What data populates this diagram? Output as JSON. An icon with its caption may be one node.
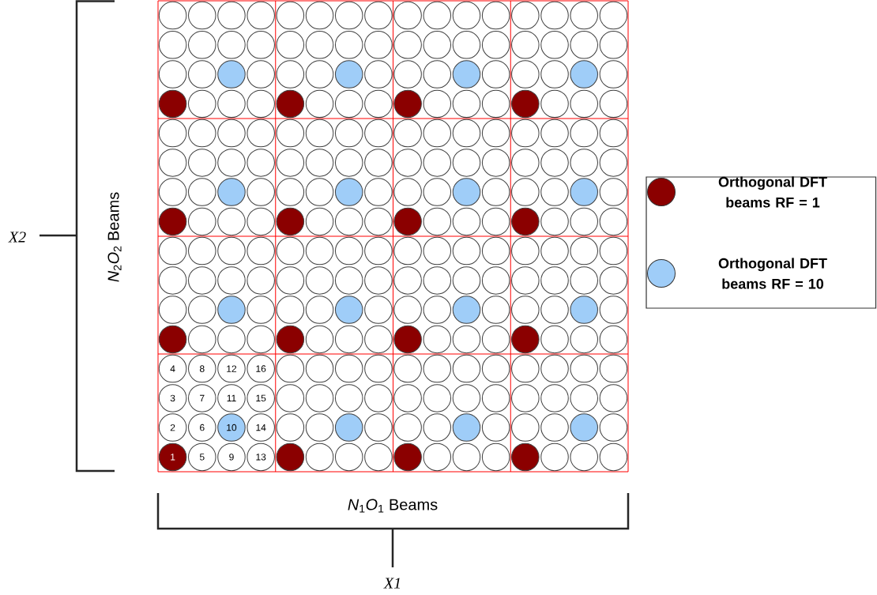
{
  "diagram": {
    "nodes": [
      {
        "text": [],
        "shape": "circle"
      },
      {
        "text": [],
        "shape": "circle"
      },
      {
        "text": [],
        "shape": "circle"
      },
      {
        "text": [],
        "shape": "circle"
      },
      {
        "text": [],
        "shape": "circle"
      },
      {
        "text": [],
        "shape": "circle"
      },
      {
        "text": [],
        "shape": "circle"
      },
      {
        "text": [],
        "shape": "circle"
      },
      {
        "text": [],
        "shape": "circle"
      },
      {
        "text": [],
        "shape": "circle"
      },
      {
        "text": [],
        "shape": "circle"
      },
      {
        "text": [],
        "shape": "circle"
      },
      {
        "text": [],
        "shape": "circle"
      },
      {
        "text": [],
        "shape": "circle"
      },
      {
        "text": [],
        "shape": "circle"
      },
      {
        "text": [],
        "shape": "circle"
      },
      {
        "text": [],
        "shape": "circle"
      },
      {
        "text": [],
        "shape": "circle"
      },
      {
        "text": [],
        "shape": "circle"
      },
      {
        "text": [],
        "shape": "circle"
      },
      {
        "text": [],
        "shape": "circle"
      },
      {
        "text": [],
        "shape": "circle"
      },
      {
        "text": [],
        "shape": "circle"
      },
      {
        "text": [],
        "shape": "circle"
      },
      {
        "text": [],
        "shape": "circle"
      },
      {
        "text": [],
        "shape": "circle"
      },
      {
        "text": [],
        "shape": "circle"
      },
      {
        "text": [],
        "shape": "circle"
      },
      {
        "text": [],
        "shape": "circle"
      },
      {
        "text": [],
        "shape": "circle"
      },
      {
        "text": [],
        "shape": "circle"
      },
      {
        "text": [],
        "shape": "circle"
      },
      {
        "text": [],
        "shape": "circle"
      },
      {
        "text": [],
        "shape": "circle"
      },
      {
        "text": [],
        "shape": "circle"
      },
      {
        "text": [],
        "shape": "circle"
      },
      {
        "text": [],
        "shape": "circle"
      },
      {
        "text": [],
        "shape": "circle"
      },
      {
        "text": [],
        "shape": "circle"
      },
      {
        "text": [],
        "shape": "circle"
      },
      {
        "text": [],
        "shape": "circle"
      },
      {
        "text": [],
        "shape": "circle"
      },
      {
        "text": [],
        "shape": "circle"
      },
      {
        "text": [],
        "shape": "circle"
      },
      {
        "text": [],
        "shape": "circle"
      },
      {
        "text": [],
        "shape": "circle"
      },
      {
        "text": [],
        "shape": "circle"
      },
      {
        "text": [],
        "shape": "circle"
      },
      {
        "text": [],
        "shape": "circle"
      },
      {
        "text": [],
        "shape": "circle"
      },
      {
        "text": [],
        "shape": "circle"
      },
      {
        "text": [],
        "shape": "circle"
      },
      {
        "text": [],
        "shape": "circle"
      },
      {
        "text": [],
        "shape": "circle"
      },
      {
        "text": [],
        "shape": "circle"
      },
      {
        "text": [],
        "shape": "circle"
      },
      {
        "text": [],
        "shape": "circle"
      },
      {
        "text": [],
        "shape": "circle"
      },
      {
        "text": [],
        "shape": "circle"
      },
      {
        "text": [],
        "shape": "circle"
      },
      {
        "text": [],
        "shape": "circle"
      },
      {
        "text": [],
        "shape": "circle"
      },
      {
        "text": [],
        "shape": "circle"
      },
      {
        "text": [],
        "shape": "circle"
      },
      {
        "text": [],
        "shape": "circle"
      },
      {
        "text": [],
        "shape": "circle"
      },
      {
        "text": [],
        "shape": "circle"
      },
      {
        "text": [],
        "shape": "circle"
      },
      {
        "text": [],
        "shape": "circle"
      },
      {
        "text": [],
        "shape": "circle"
      },
      {
        "text": [],
        "shape": "circle"
      },
      {
        "text": [],
        "shape": "circle"
      },
      {
        "text": [],
        "shape": "circle"
      },
      {
        "text": [],
        "shape": "circle"
      },
      {
        "text": [],
        "shape": "circle"
      },
      {
        "text": [],
        "shape": "circle"
      },
      {
        "text": [],
        "shape": "circle"
      },
      {
        "text": [],
        "shape": "circle"
      },
      {
        "text": [],
        "shape": "circle"
      },
      {
        "text": [],
        "shape": "circle"
      },
      {
        "text": [],
        "shape": "circle"
      },
      {
        "text": [],
        "shape": "circle"
      },
      {
        "text": [],
        "shape": "circle"
      },
      {
        "text": [],
        "shape": "circle"
      },
      {
        "text": [],
        "shape": "circle"
      },
      {
        "text": [],
        "shape": "circle"
      },
      {
        "text": [],
        "shape": "circle"
      },
      {
        "text": [],
        "shape": "circle"
      },
      {
        "text": [],
        "shape": "circle"
      },
      {
        "text": [],
        "shape": "circle"
      },
      {
        "text": [],
        "shape": "circle"
      },
      {
        "text": [],
        "shape": "circle"
      },
      {
        "text": [],
        "shape": "circle"
      },
      {
        "text": [],
        "shape": "circle"
      },
      {
        "text": [],
        "shape": "circle"
      },
      {
        "text": [],
        "shape": "circle"
      },
      {
        "text": [],
        "shape": "circle"
      },
      {
        "text": [],
        "shape": "circle"
      },
      {
        "text": [],
        "shape": "circle"
      },
      {
        "text": [],
        "shape": "circle"
      },
      {
        "text": [],
        "shape": "circle"
      },
      {
        "text": [],
        "shape": "circle"
      },
      {
        "text": [],
        "shape": "circle"
      },
      {
        "text": [],
        "shape": "circle"
      },
      {
        "text": [],
        "shape": "circle"
      },
      {
        "text": [],
        "shape": "circle"
      },
      {
        "text": [],
        "shape": "circle"
      },
      {
        "text": [],
        "shape": "circle"
      },
      {
        "text": [],
        "shape": "circle"
      },
      {
        "text": [],
        "shape": "circle"
      },
      {
        "text": [],
        "shape": "circle"
      },
      {
        "text": [],
        "shape": "circle"
      },
      {
        "text": [],
        "shape": "circle"
      },
      {
        "text": [],
        "shape": "circle"
      },
      {
        "text": [],
        "shape": "circle"
      },
      {
        "text": [],
        "shape": "circle"
      },
      {
        "text": [],
        "shape": "circle"
      },
      {
        "text": [],
        "shape": "circle"
      },
      {
        "text": [],
        "shape": "circle"
      },
      {
        "text": [],
        "shape": "circle"
      },
      {
        "text": [],
        "shape": "circle"
      },
      {
        "text": [],
        "shape": "circle"
      },
      {
        "text": [],
        "shape": "circle"
      },
      {
        "text": [],
        "shape": "circle"
      },
      {
        "text": [],
        "shape": "circle"
      },
      {
        "text": [],
        "shape": "circle"
      },
      {
        "text": [],
        "shape": "circle"
      },
      {
        "text": [],
        "shape": "circle"
      },
      {
        "text": [],
        "shape": "circle"
      },
      {
        "text": [],
        "shape": "circle"
      },
      {
        "text": [],
        "shape": "circle"
      },
      {
        "text": [],
        "shape": "circle"
      },
      {
        "text": [],
        "shape": "circle"
      },
      {
        "text": [],
        "shape": "circle"
      },
      {
        "text": [],
        "shape": "circle"
      },
      {
        "text": [],
        "shape": "circle"
      },
      {
        "text": [],
        "shape": "circle"
      },
      {
        "text": [],
        "shape": "circle"
      },
      {
        "text": [],
        "shape": "circle"
      },
      {
        "text": [],
        "shape": "circle"
      },
      {
        "text": [],
        "shape": "circle"
      },
      {
        "text": [],
        "shape": "circle"
      },
      {
        "text": [],
        "shape": "circle"
      },
      {
        "text": [],
        "shape": "circle"
      },
      {
        "text": [],
        "shape": "circle"
      },
      {
        "text": [],
        "shape": "circle"
      },
      {
        "text": [],
        "shape": "circle"
      },
      {
        "text": [],
        "shape": "circle"
      },
      {
        "text": [],
        "shape": "circle"
      },
      {
        "text": [],
        "shape": "circle"
      },
      {
        "text": [],
        "shape": "circle"
      },
      {
        "text": [],
        "shape": "circle"
      },
      {
        "text": [],
        "shape": "circle"
      },
      {
        "text": [],
        "shape": "circle"
      },
      {
        "text": [],
        "shape": "circle"
      },
      {
        "text": [],
        "shape": "circle"
      },
      {
        "text": [],
        "shape": "circle"
      },
      {
        "text": [],
        "shape": "circle"
      },
      {
        "text": [],
        "shape": "circle"
      },
      {
        "text": [],
        "shape": "circle"
      },
      {
        "text": [],
        "shape": "circle"
      },
      {
        "text": [],
        "shape": "circle"
      },
      {
        "text": [],
        "shape": "circle"
      },
      {
        "text": [],
        "shape": "circle"
      },
      {
        "text": [],
        "shape": "circle"
      },
      {
        "text": [],
        "shape": "circle"
      },
      {
        "text": [],
        "shape": "circle"
      },
      {
        "text": [],
        "shape": "circle"
      },
      {
        "text": [],
        "shape": "circle"
      },
      {
        "text": [],
        "shape": "circle"
      },
      {
        "text": [],
        "shape": "circle"
      },
      {
        "text": [],
        "shape": "circle"
      },
      {
        "text": [],
        "shape": "circle"
      },
      {
        "text": [],
        "shape": "circle"
      },
      {
        "text": [],
        "shape": "circle"
      },
      {
        "text": [],
        "shape": "circle"
      },
      {
        "text": [],
        "shape": "circle"
      },
      {
        "text": [],
        "shape": "circle"
      },
      {
        "text": [],
        "shape": "circle"
      },
      {
        "text": [],
        "shape": "circle"
      },
      {
        "text": [],
        "shape": "circle"
      },
      {
        "text": [],
        "shape": "circle"
      },
      {
        "text": [],
        "shape": "circle"
      },
      {
        "text": [],
        "shape": "circle"
      },
      {
        "text": [],
        "shape": "circle"
      },
      {
        "text": [],
        "shape": "circle"
      },
      {
        "text": [],
        "shape": "circle"
      },
      {
        "text": [],
        "shape": "circle"
      },
      {
        "text": [],
        "shape": "circle"
      },
      {
        "text": [],
        "shape": "circle"
      },
      {
        "text": [],
        "shape": "circle"
      },
      {
        "text": [],
        "shape": "circle"
      },
      {
        "text": [
          "4"
        ]
      },
      {
        "text": [
          "8"
        ]
      },
      {
        "text": [
          "12"
        ]
      },
      {
        "text": [
          "16"
        ]
      },
      {
        "text": [],
        "shape": "circle"
      },
      {
        "text": [],
        "shape": "circle"
      },
      {
        "text": [],
        "shape": "circle"
      },
      {
        "text": [],
        "shape": "circle"
      },
      {
        "text": [],
        "shape": "circle"
      },
      {
        "text": [],
        "shape": "circle"
      },
      {
        "text": [],
        "shape": "circle"
      },
      {
        "text": [],
        "shape": "circle"
      },
      {
        "text": [],
        "shape": "circle"
      },
      {
        "text": [],
        "shape": "circle"
      },
      {
        "text": [],
        "shape": "circle"
      },
      {
        "text": [],
        "shape": "circle"
      },
      {
        "text": [
          "3"
        ]
      },
      {
        "text": [
          "7"
        ]
      },
      {
        "text": [
          "11"
        ]
      },
      {
        "text": [
          "15"
        ]
      },
      {
        "text": [],
        "shape": "circle"
      },
      {
        "text": [],
        "shape": "circle"
      },
      {
        "text": [],
        "shape": "circle"
      },
      {
        "text": [],
        "shape": "circle"
      },
      {
        "text": [],
        "shape": "circle"
      },
      {
        "text": [],
        "shape": "circle"
      },
      {
        "text": [],
        "shape": "circle"
      },
      {
        "text": [],
        "shape": "circle"
      },
      {
        "text": [],
        "shape": "circle"
      },
      {
        "text": [],
        "shape": "circle"
      },
      {
        "text": [],
        "shape": "circle"
      },
      {
        "text": [],
        "shape": "circle"
      },
      {
        "text": [
          "2"
        ]
      },
      {
        "text": [
          "6"
        ]
      },
      {
        "text": [
          "10"
        ]
      },
      {
        "text": [
          "14"
        ]
      },
      {
        "text": [],
        "shape": "circle"
      },
      {
        "text": [],
        "shape": "circle"
      },
      {
        "text": [],
        "shape": "circle"
      },
      {
        "text": [],
        "shape": "circle"
      },
      {
        "text": [],
        "shape": "circle"
      },
      {
        "text": [],
        "shape": "circle"
      },
      {
        "text": [],
        "shape": "circle"
      },
      {
        "text": [],
        "shape": "circle"
      },
      {
        "text": [],
        "shape": "circle"
      },
      {
        "text": [],
        "shape": "circle"
      },
      {
        "text": [],
        "shape": "circle"
      },
      {
        "text": [],
        "shape": "circle"
      },
      {
        "text": [
          "1"
        ]
      },
      {
        "text": [
          "5"
        ]
      },
      {
        "text": [
          "9"
        ]
      },
      {
        "text": [
          "13"
        ]
      },
      {
        "text": [],
        "shape": "circle"
      },
      {
        "text": [],
        "shape": "circle"
      },
      {
        "text": [],
        "shape": "circle"
      },
      {
        "text": [],
        "shape": "circle"
      },
      {
        "text": [],
        "shape": "circle"
      },
      {
        "text": [],
        "shape": "circle"
      },
      {
        "text": [],
        "shape": "circle"
      },
      {
        "text": [],
        "shape": "circle"
      },
      {
        "text": [],
        "shape": "circle"
      },
      {
        "text": [],
        "shape": "circle"
      },
      {
        "text": [],
        "shape": "circle"
      },
      {
        "text": [],
        "shape": "circle"
      }
    ],
    "labels": [
      "X2",
      "*N*$_{2}$*O*$_{2}$ Beams",
      "*N*$_{1}$*O*$_{1}$ Beams",
      "X1"
    ],
    "legend": [
      {
        "text": "Orthogonal DFT beams RF = 1",
        "color": "#8b0000"
      },
      {
        "text": "Orthogonal DFT beams RF = 10",
        "color": "#9fcdf8"
      }
    ]
  }
}
